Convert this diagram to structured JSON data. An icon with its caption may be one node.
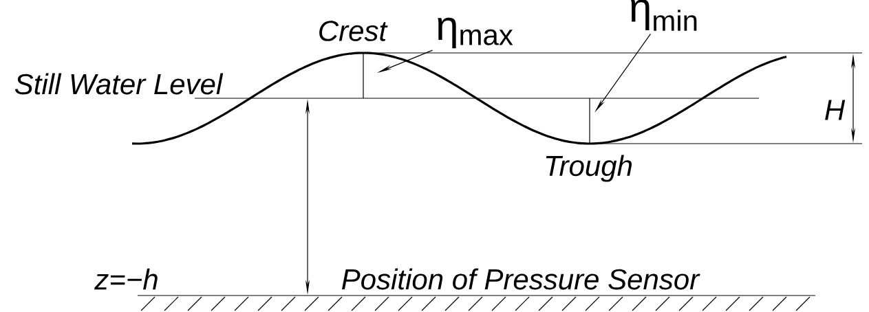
{
  "diagram": {
    "nodes": [
      {
        "text": [
          "η$_{max}$"
        ]
      },
      {
        "text": [
          "η$_{min}$"
        ]
      }
    ],
    "edges": [
      {
        "from": 0,
        "to": null,
        "arrow": "to"
      },
      {
        "from": 1,
        "to": null,
        "arrow": "to"
      }
    ],
    "labels": [
      "Crest",
      "Still Water Level",
      "H",
      "Trough",
      "z=−h",
      "Position of Pressure Sensor"
    ]
  }
}
